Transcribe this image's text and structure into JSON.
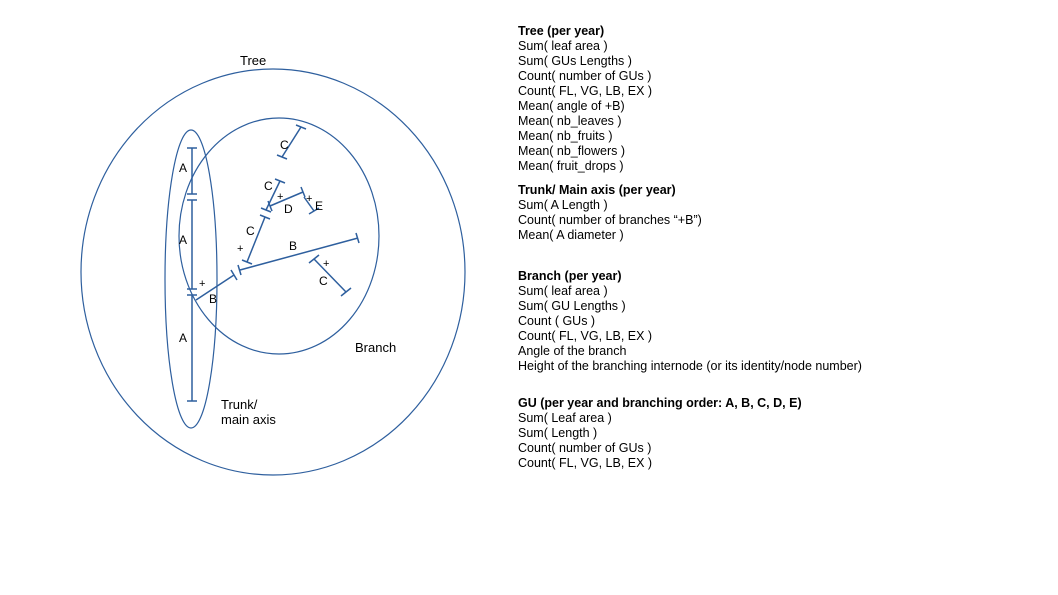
{
  "diagram": {
    "line_color": "#2e5f9e",
    "labels": {
      "tree": "Tree",
      "branch": "Branch",
      "trunk_line1": "Trunk/",
      "trunk_line2": "main axis"
    },
    "segment_letters": {
      "a": "A",
      "b": "B",
      "c": "C",
      "d": "D",
      "e": "E"
    },
    "plus": "+"
  },
  "panel": {
    "tree": {
      "title": "Tree (per year)",
      "items": [
        "Sum( leaf area )",
        "Sum( GUs Lengths )",
        "Count( number of GUs )",
        "Count( FL, VG, LB, EX )",
        "Mean( angle of +B)",
        "Mean( nb_leaves )",
        "Mean( nb_fruits )",
        "Mean( nb_flowers )",
        "Mean( fruit_drops )"
      ]
    },
    "trunk": {
      "title": "Trunk/ Main axis (per year)",
      "items": [
        "Sum( A Length )",
        "Count( number of branches “+B”)",
        "Mean( A diameter )"
      ]
    },
    "branch": {
      "title": "Branch (per year)",
      "items": [
        "Sum( leaf area )",
        "Sum( GU Lengths )",
        "Count ( GUs )",
        "Count( FL, VG, LB, EX )",
        "Angle of the branch",
        "Height of the branching internode (or its identity/node number)"
      ]
    },
    "gu": {
      "title": "GU (per year and branching order: A, B, C, D, E)",
      "items": [
        "Sum( Leaf area )",
        "Sum( Length )",
        "Count( number of GUs )",
        "Count( FL, VG, LB, EX )"
      ]
    }
  }
}
